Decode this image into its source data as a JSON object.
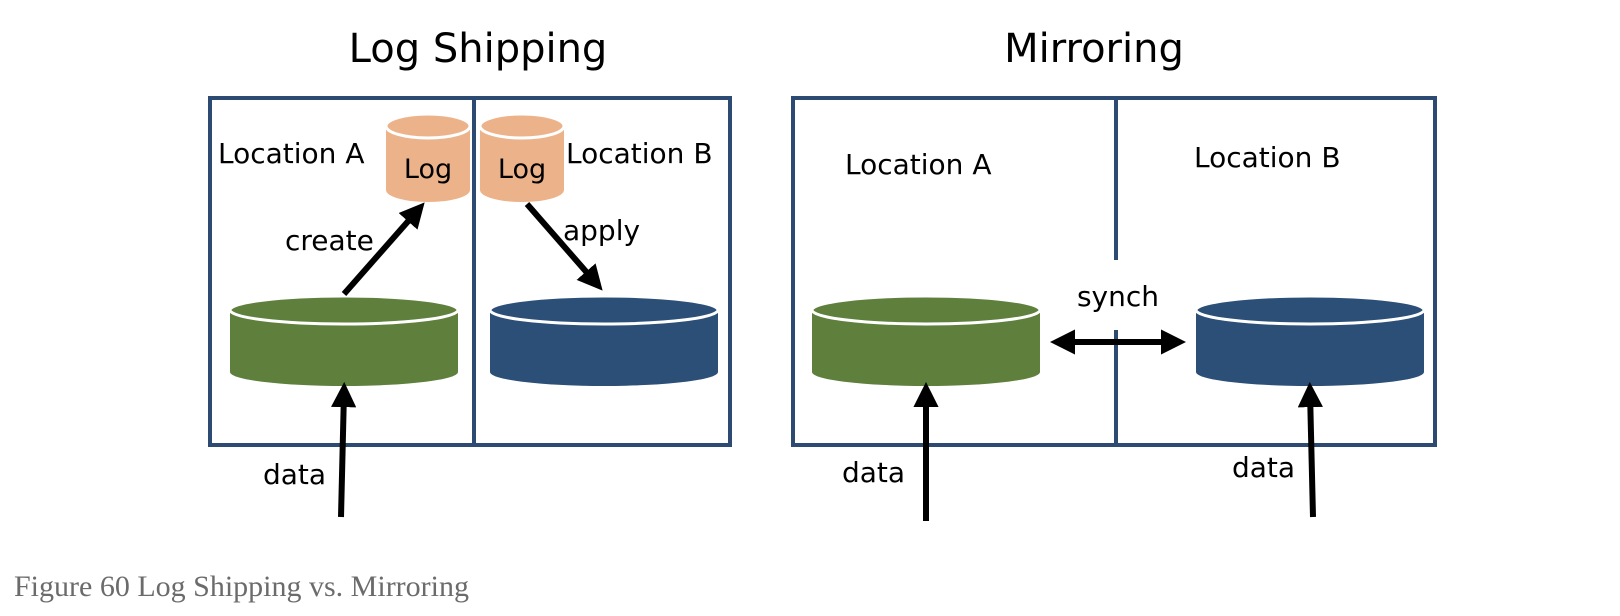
{
  "log_shipping": {
    "title": "Log Shipping",
    "location_a": "Location A",
    "location_b": "Location B",
    "log_a": "Log",
    "log_b": "Log",
    "create": "create",
    "apply": "apply",
    "data": "data"
  },
  "mirroring": {
    "title": "Mirroring",
    "location_a": "Location A",
    "location_b": "Location B",
    "synch": "synch",
    "data_a": "data",
    "data_b": "data"
  },
  "caption": "Figure 60 Log Shipping vs. Mirroring",
  "colors": {
    "frame": "#2d4a73",
    "db_green": "#5f7f3d",
    "db_blue": "#2c4f78",
    "log_fill": "#ecb38b",
    "arrow": "#000000"
  }
}
